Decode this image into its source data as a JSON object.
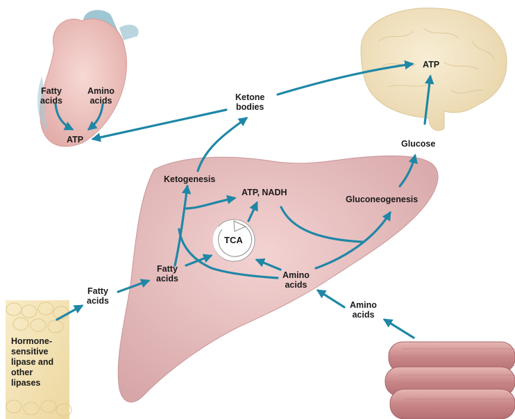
{
  "heart": {
    "fatty_acids": "Fatty\nacids",
    "amino_acids": "Amino\nacids",
    "atp": "ATP"
  },
  "brain": {
    "atp": "ATP",
    "glucose": "Glucose"
  },
  "ketone_bodies": "Ketone\nbodies",
  "liver": {
    "ketogenesis": "Ketogenesis",
    "atp_nadh": "ATP, NADH",
    "gluconeogenesis": "Gluconeogenesis",
    "tca": "TCA",
    "fatty_acids": "Fatty\nacids",
    "amino_acids": "Amino\nacids"
  },
  "adipose": {
    "fatty_acids": "Fatty\nacids",
    "lipase_label": "Hormone-\nsensitive\nlipase and\nother\nlipases"
  },
  "muscle": {
    "amino_acids": "Amino\nacids"
  },
  "colors": {
    "arrow": "#1f87a6",
    "liver": "#e9c0c0",
    "heart": "#f1c9c6",
    "brain": "#f3e5c3",
    "muscle": "#d9a3a3",
    "adipose": "#f3e4b6"
  }
}
